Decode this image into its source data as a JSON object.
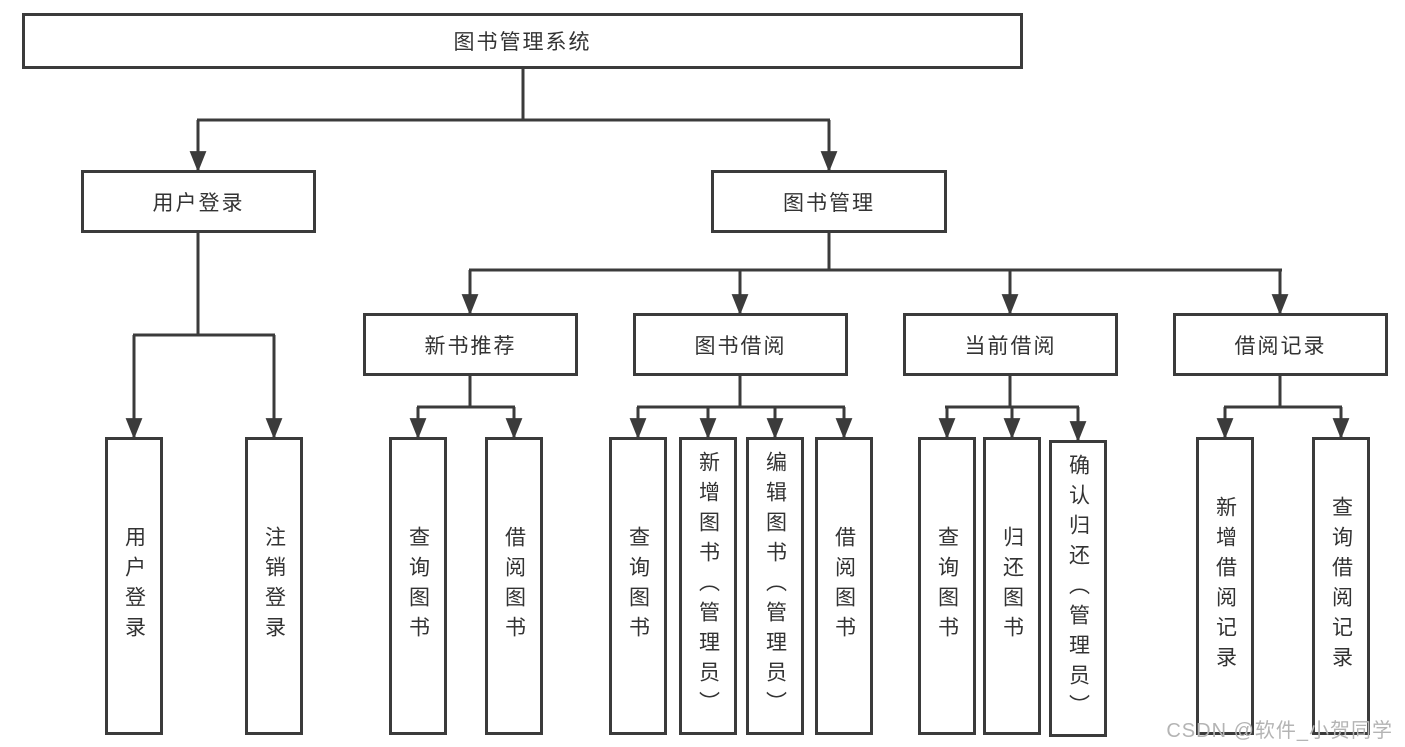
{
  "diagram": {
    "root": "图书管理系统",
    "level2": {
      "user_login": "用户登录",
      "book_mgmt": "图书管理"
    },
    "level3": {
      "new_book": "新书推荐",
      "borrow": "图书借阅",
      "current": "当前借阅",
      "record": "借阅记录"
    },
    "leaves": {
      "user_login": [
        "用户登录",
        "注销登录"
      ],
      "new_book": [
        "查询图书",
        "借阅图书"
      ],
      "borrow": [
        "查询图书",
        "新增图书（管理员）",
        "编辑图书（管理员）",
        "借阅图书"
      ],
      "current": [
        "查询图书",
        "归还图书",
        "确认归还（管理员）"
      ],
      "record": [
        "新增借阅记录",
        "查询借阅记录"
      ]
    }
  },
  "watermark": "CSDN @软件_小贺同学",
  "colors": {
    "line": "#3b3b3b",
    "text": "#333333",
    "watermark": "#b4b4b4",
    "background": "#ffffff"
  }
}
